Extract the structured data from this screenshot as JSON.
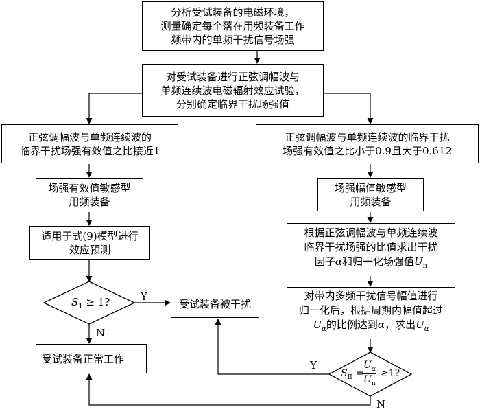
{
  "nodes": {
    "analyze_environment": "分析受试装备的电磁环境，\n测量确定每个落在用频装备工作\n频带内的单频干扰信号场强",
    "radiation_test": "对受试装备进行正弦调幅波与\n单频连续波电磁辐射效应试验，\n分别确定临界干扰场强值",
    "ratio_near_one": "正弦调幅波与单频连续波的\n临界干扰场强有效值之比接近1",
    "ratio_range": "正弦调幅波与单频连续波的临界干扰\n场强有效值之比小于0.9且大于0.612",
    "rms_sensitive": "场强有效值敏感型\n用频装备",
    "amplitude_sensitive": "场强幅值敏感型\n用频装备",
    "apply_model": "适用于式(9)模型进行\n效应预测",
    "compute_alpha_line1": "根据正弦调幅波与单频连续波",
    "compute_alpha_line2": "临界干扰场强的比值求出干扰",
    "compute_alpha_line3a": "因子",
    "compute_alpha_alpha": "α",
    "compute_alpha_line3b": "和归一化场强值",
    "compute_alpha_U": "U",
    "compute_alpha_sub": "n",
    "normalize_line1": "对带内多频干扰信号幅值进行",
    "normalize_line2": "归一化后，根据周期内幅值超过",
    "normalize_U1": "U",
    "normalize_sub1": "α",
    "normalize_line3a": "的比例达到",
    "normalize_alpha": "α",
    "normalize_line3b": "，求出",
    "normalize_U2": "U",
    "normalize_sub2": "α",
    "interfered": "受试装备被干扰",
    "normal": "受试装备正常工作"
  },
  "decisions": {
    "d1_var": "S",
    "d1_sub": "1",
    "d1_rest": " ≥ 1?",
    "d2_var": "S",
    "d2_sub": "II",
    "d2_eq": "=",
    "d2_num": "U",
    "d2_num_sub": "α",
    "d2_den": "U",
    "d2_den_sub": "n",
    "d2_rest": "≥1?"
  },
  "labels": {
    "d1_yes": "Y",
    "d1_no": "N",
    "d2_yes": "Y",
    "d2_no": "N"
  }
}
